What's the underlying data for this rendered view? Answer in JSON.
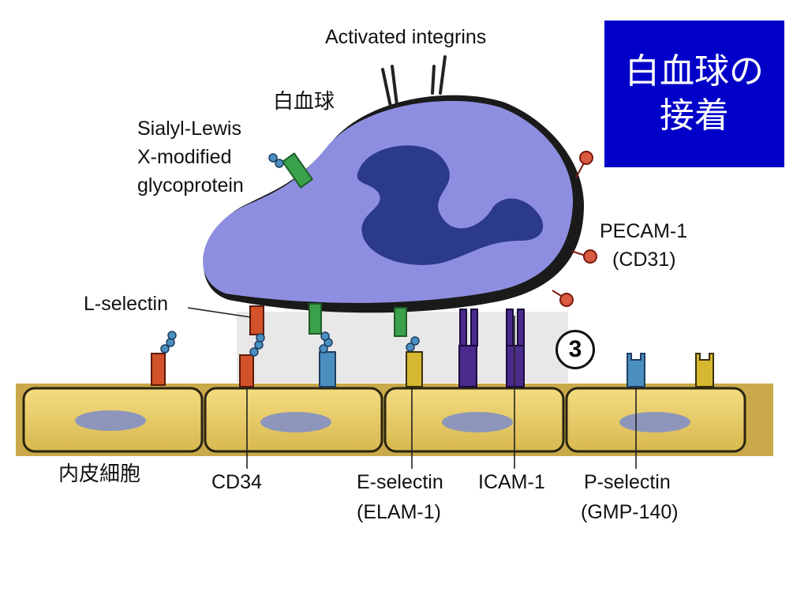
{
  "title": {
    "line1": "白血球の",
    "line2": "接着"
  },
  "labels": {
    "activated_integrins": "Activated integrins",
    "leukocyte": "白血球",
    "sialyl1": "Sialyl-Lewis",
    "sialyl2": "X-modified",
    "sialyl3": "glycoprotein",
    "pecam1": "PECAM-1",
    "pecam2": "(CD31)",
    "lselectin": "L-selectin",
    "endothelial": "内皮細胞",
    "cd34": "CD34",
    "eselectin1": "E-selectin",
    "eselectin2": "(ELAM-1)",
    "icam": "ICAM-1",
    "pselectin1": "P-selectin",
    "pselectin2": "(GMP-140)"
  },
  "step_number": "3",
  "colors": {
    "title_bg": "#0000c8",
    "leukocyte": "#8e8ee0",
    "nucleus": "#2c3a8c",
    "endothelium": "#ead070",
    "endothelial_nucleus": "#8d96ba",
    "l_selectin": "#d2522a",
    "e_selectin": "#d6b830",
    "green_ligand": "#3aa04a",
    "cyan_receptor": "#4a8fc0",
    "icam": "#4a2a8a",
    "pecam": "#d85a40"
  }
}
